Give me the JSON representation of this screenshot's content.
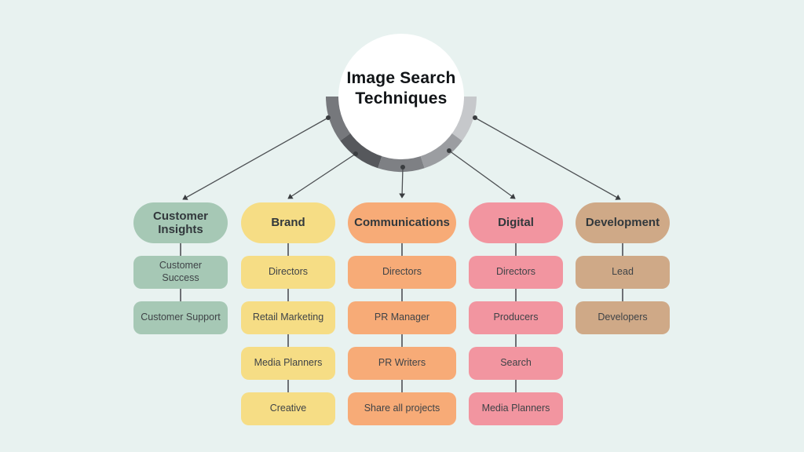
{
  "title": "Image Search Techniques",
  "background_color": "#e8f2f0",
  "hub": {
    "circle_color": "#ffffff",
    "ring_segment_colors": [
      "#76787c",
      "#56585c",
      "#7e8084",
      "#9b9da1",
      "#c6c8cb"
    ],
    "connector_color": "#4d5053"
  },
  "columns": [
    {
      "label": "Customer Insights",
      "color": "#a6c8b5",
      "children": [
        "Customer Success",
        "Customer Support"
      ]
    },
    {
      "label": "Brand",
      "color": "#f6dd85",
      "children": [
        "Directors",
        "Retail Marketing",
        "Media Planners",
        "Creative"
      ]
    },
    {
      "label": "Communications",
      "color": "#f7ab77",
      "children": [
        "Directors",
        "PR Manager",
        "PR Writers",
        "Share all projects"
      ]
    },
    {
      "label": "Digital",
      "color": "#f295a0",
      "children": [
        "Directors",
        "Producers",
        "Search",
        "Media Planners"
      ]
    },
    {
      "label": "Development",
      "color": "#cfa987",
      "children": [
        "Lead",
        "Developers"
      ]
    }
  ]
}
